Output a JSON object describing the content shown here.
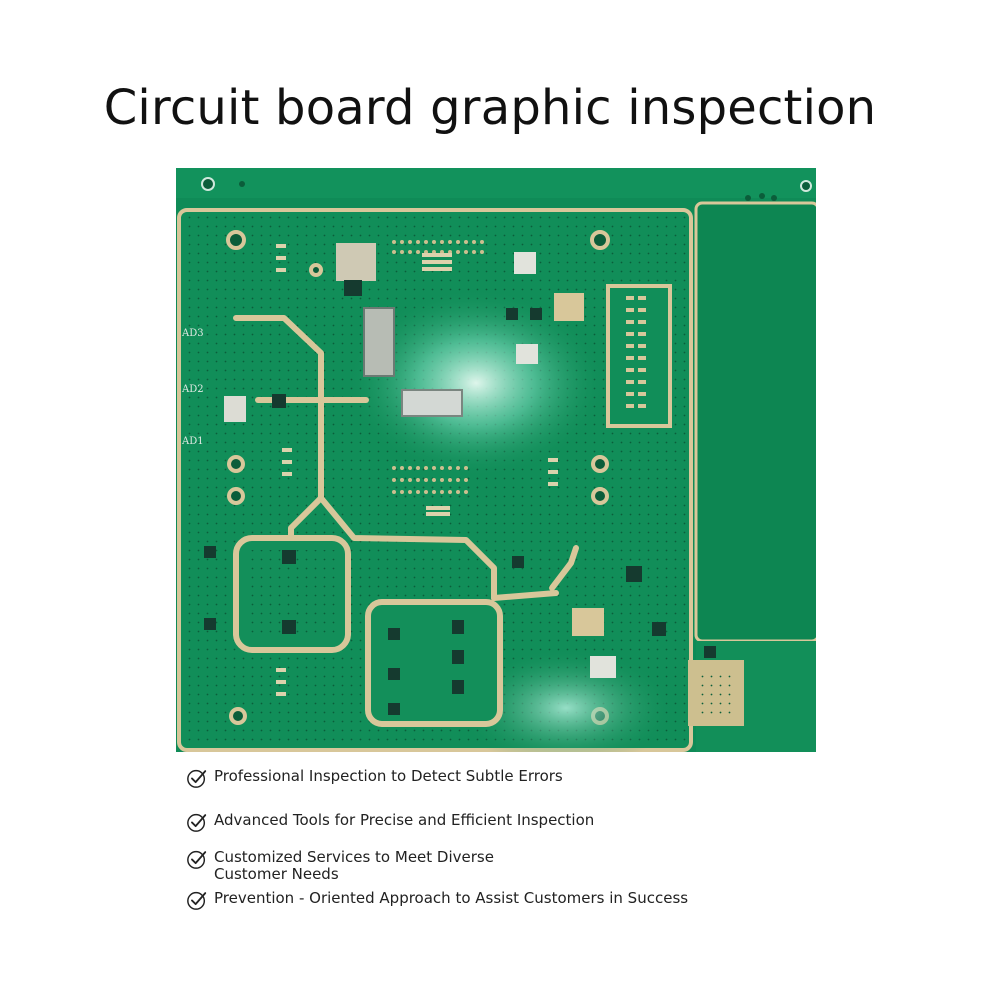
{
  "header": {
    "title": "Circuit board graphic inspection"
  },
  "board": {
    "silkscreen_labels": [
      "AD3",
      "AD2",
      "AD1"
    ],
    "colors": {
      "substrate": "#0e8a55",
      "trace": "#d8c79a",
      "chip": "#153a2f",
      "pad": "#cfc9b4"
    }
  },
  "features": [
    {
      "text": "Professional Inspection to Detect Subtle Errors",
      "icon": "check-circle-icon"
    },
    {
      "text": "Advanced Tools for Precise and Efficient Inspection",
      "icon": "check-circle-icon"
    },
    {
      "text": "Customized Services to Meet Diverse Customer Needs",
      "icon": "check-circle-icon"
    },
    {
      "text": "Prevention - Oriented Approach to Assist Customers in Success",
      "icon": "check-circle-icon"
    }
  ]
}
